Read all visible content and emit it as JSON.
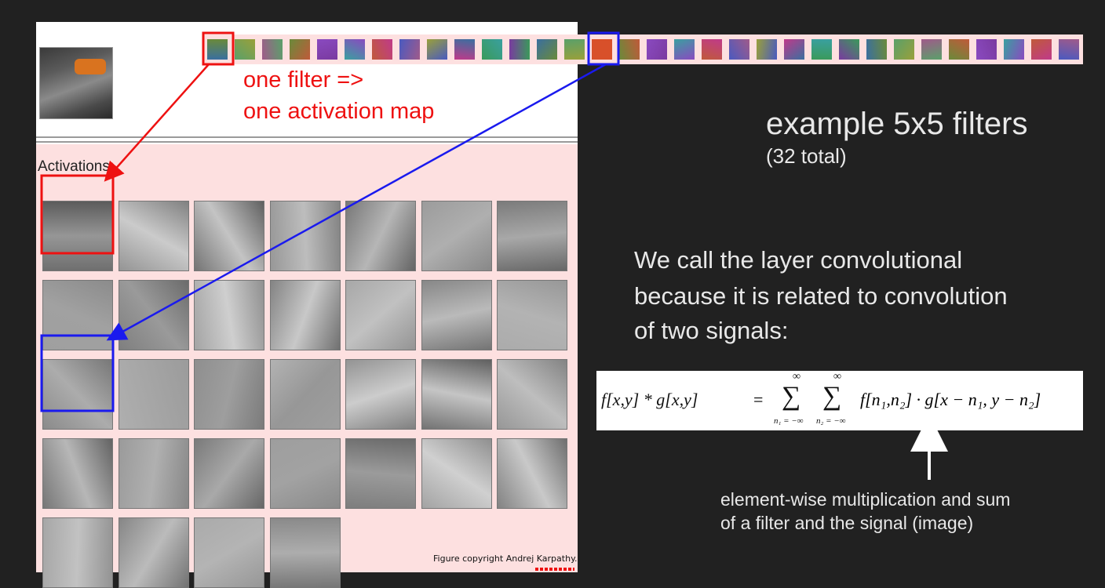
{
  "annotation": {
    "line1": "one filter =>",
    "line2": "one activation map"
  },
  "activations_label": "Activations:",
  "heading": {
    "title": "example 5x5 filters",
    "subtitle": "(32 total)"
  },
  "explanation": {
    "line1": "We call the layer convolutional",
    "line2": "because it is related to convolution",
    "line3": "of two signals:"
  },
  "formula": {
    "lhs": "f[x,y] * g[x,y]",
    "eq": "=",
    "sum1_upper": "∞",
    "sum1_lower": "n₁ = −∞",
    "sum2_upper": "∞",
    "sum2_lower": "n₂ = −∞",
    "rhs": "f[n₁,n₂] · g[x − n₁, y − n₂]"
  },
  "caption": {
    "line1": "element-wise multiplication and sum",
    "line2": "of a filter and the signal (image)"
  },
  "copyright": "Figure copyright Andrej Karpathy.",
  "colors": {
    "red": "#ee1111",
    "blue": "#1a1aee",
    "pink_panel": "#fde0e0",
    "background": "#212121"
  },
  "activation_grid": {
    "rows": 5,
    "cols": 7,
    "count": 32
  },
  "filter_count": 32
}
